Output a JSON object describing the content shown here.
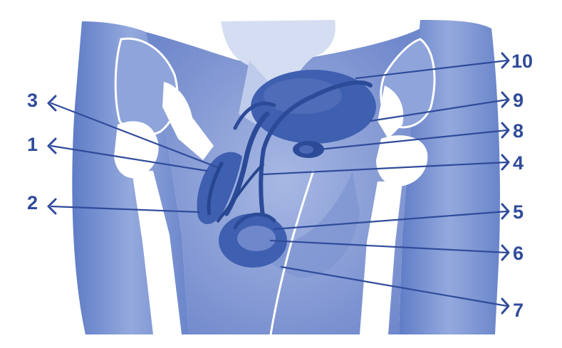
{
  "labels": [
    "10",
    "9",
    "8",
    "4",
    "5",
    "6",
    "7",
    "3",
    "1",
    "2"
  ],
  "colors": {
    "background": "#ffffff",
    "soft_tissue": "#8ea3d8",
    "soft_tissue_dark": "#6f87cb",
    "bone": "#ffffff",
    "organ": "#3f5fb0",
    "organ_dark": "#2b4a98",
    "ink": "#2f4b9a"
  },
  "icons": [
    "arrow-right-icon",
    "arrow-left-icon"
  ]
}
